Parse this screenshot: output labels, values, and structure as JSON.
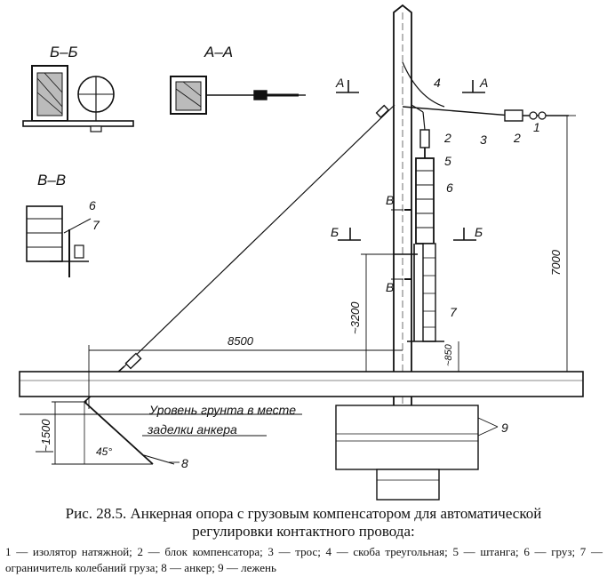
{
  "labels": {
    "section_bb": "Б–Б",
    "section_aa": "А–А",
    "section_vv": "В–В",
    "cut_a": "А",
    "cut_b": "Б",
    "cut_v": "В",
    "dim_8500": "8500",
    "dim_7000": "7000",
    "dim_3200": "~3200",
    "dim_1500": "~1500",
    "dim_850": "~850",
    "angle_45": "45°",
    "ground_line1": "Уровень грунта в месте",
    "ground_line2": "заделки анкера",
    "n1": "1",
    "n2": "2",
    "n3": "3",
    "n4": "4",
    "n5": "5",
    "n6": "6",
    "n7": "7",
    "n8": "8",
    "n9": "9"
  },
  "caption": {
    "line1": "Рис. 28.5. Анкерная опора с грузовым компенсатором для автоматической",
    "line2": "регулировки контактного провода:",
    "legend": "1 — изолятор натяжной; 2 — блок компенсатора; 3 — трос; 4 — скоба треугольная; 5 — штанга; 6 — груз; 7 — ограничитель колебаний груза; 8 — анкер; 9 — лежень"
  }
}
